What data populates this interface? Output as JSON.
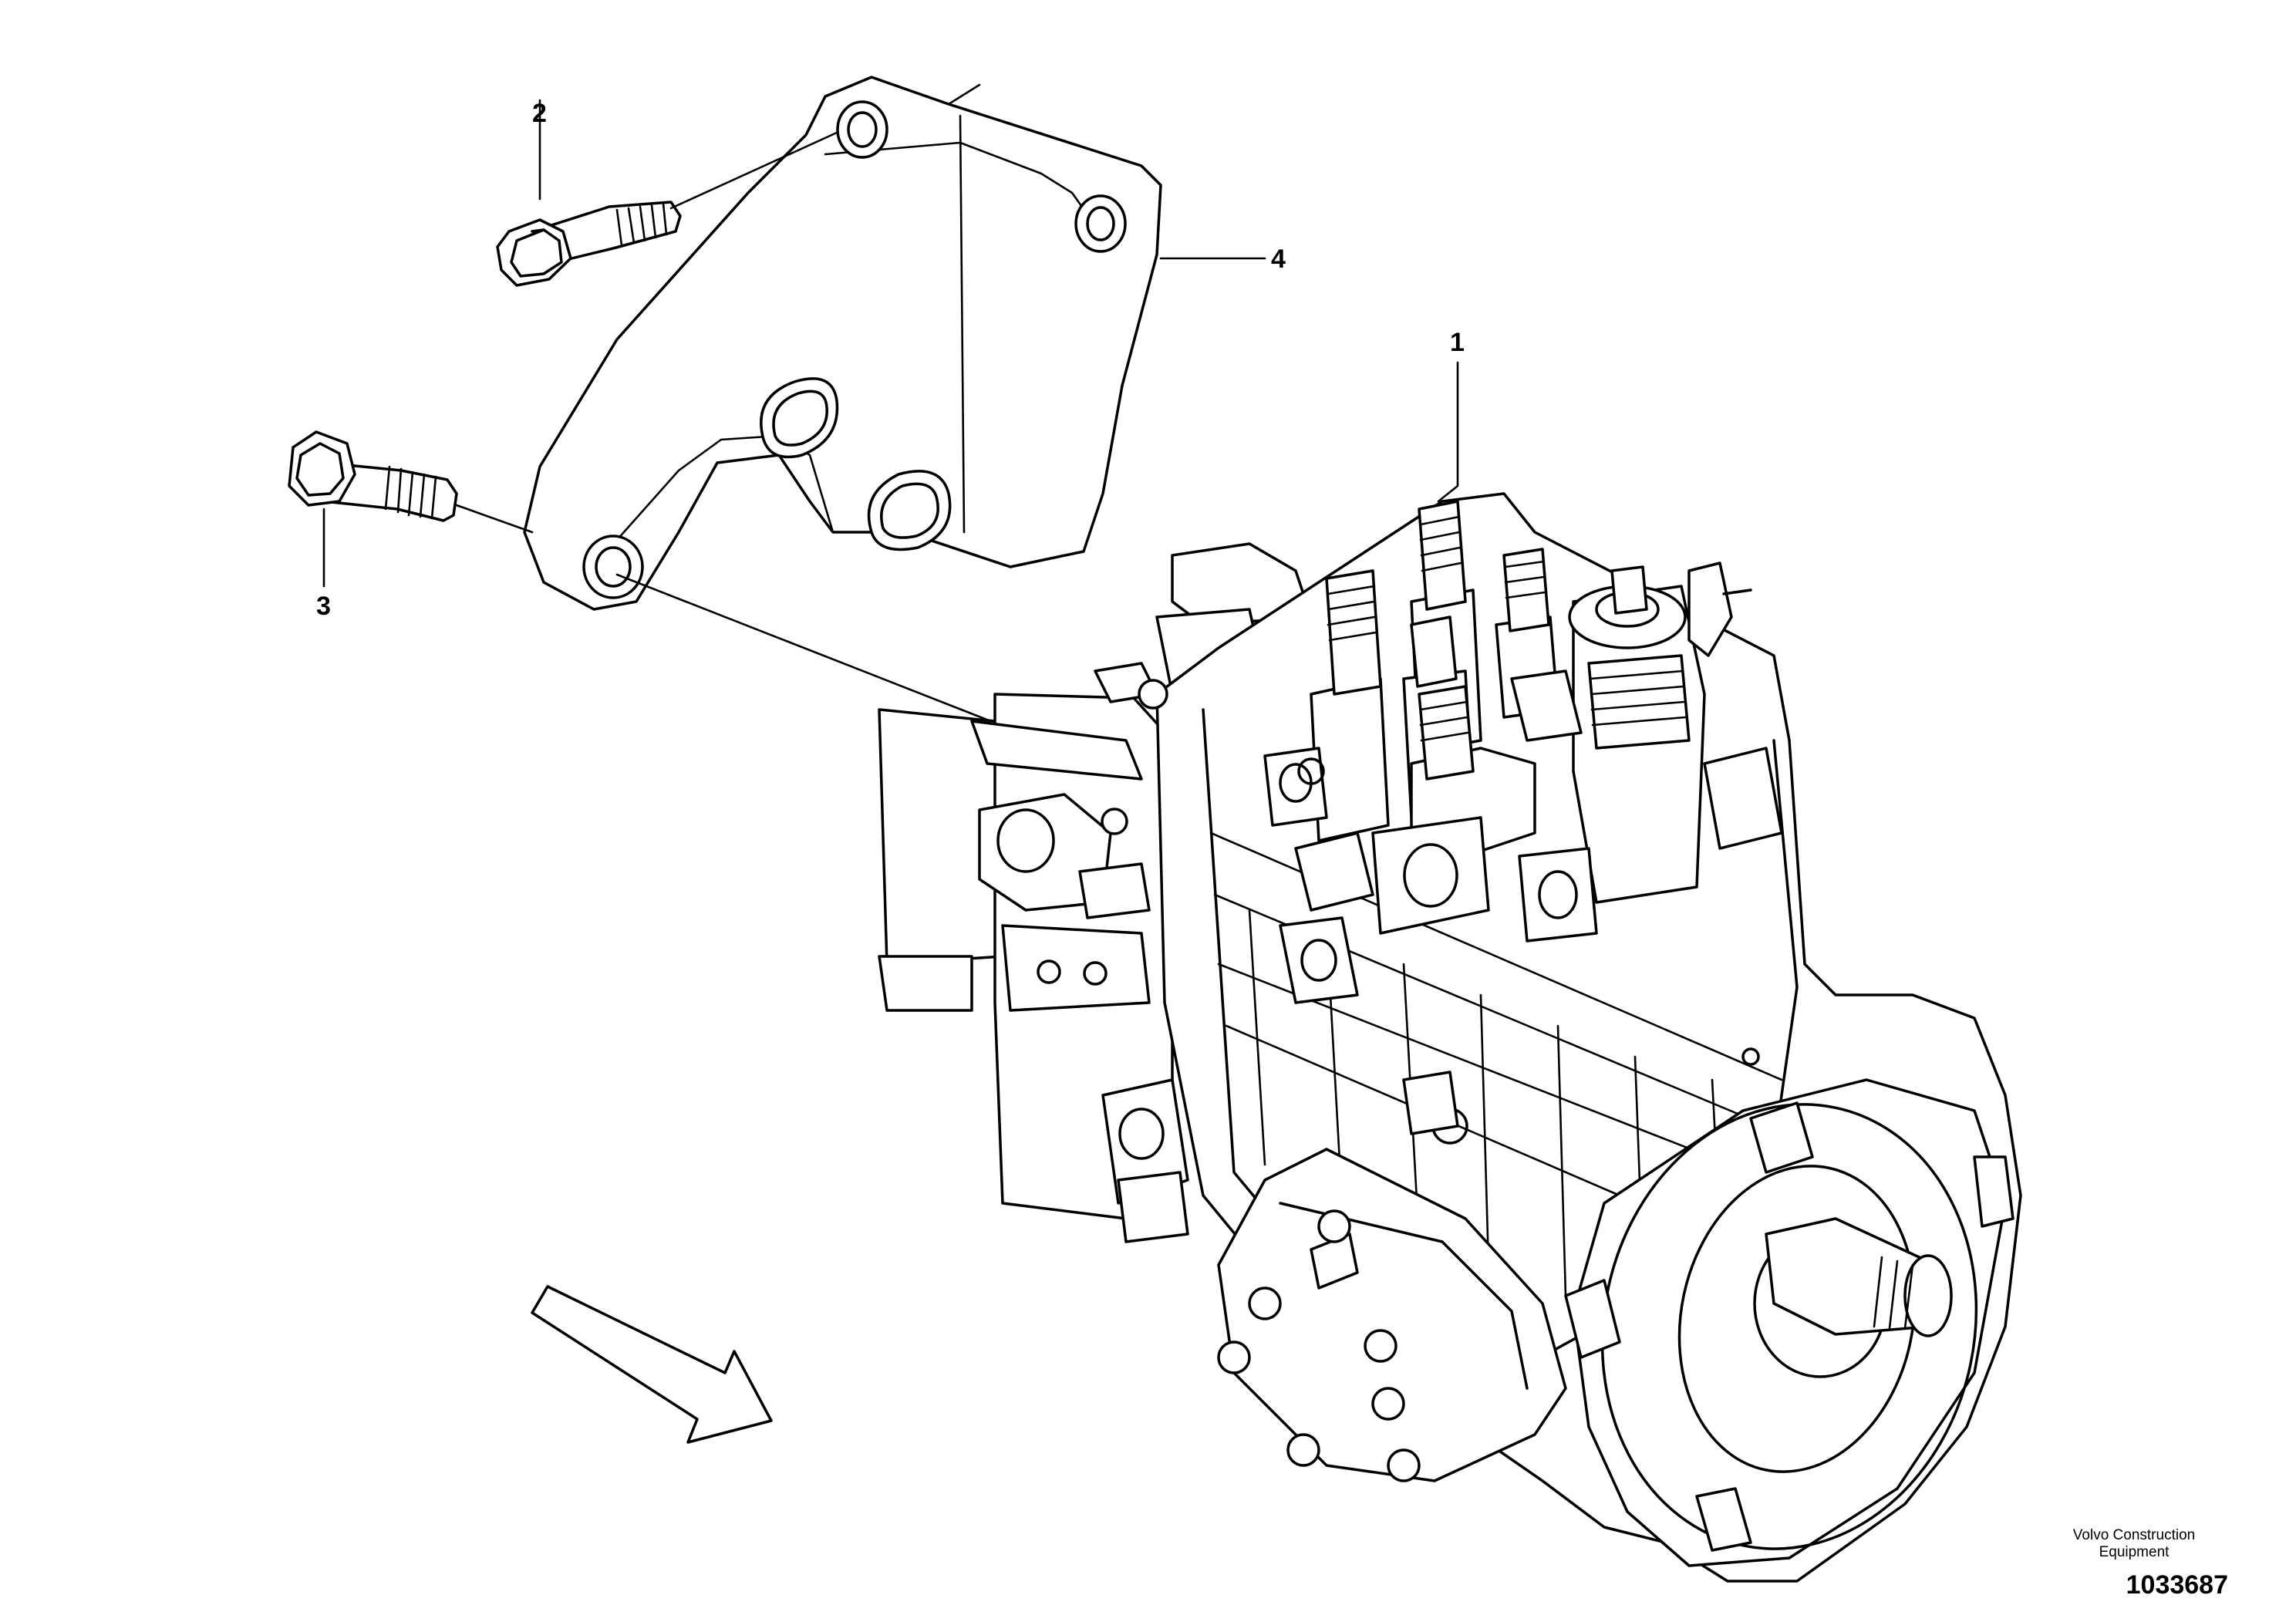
{
  "callouts": {
    "part_1": "1",
    "part_2": "2",
    "part_3": "3",
    "part_4": "4"
  },
  "credit": {
    "line_1": "Volvo Construction",
    "line_2": "Equipment"
  },
  "drawing_number": "1033687",
  "colors": {
    "ink": "#000000",
    "paper": "#ffffff"
  },
  "icons": {
    "direction_arrow": "hollow-arrow-down-right"
  }
}
